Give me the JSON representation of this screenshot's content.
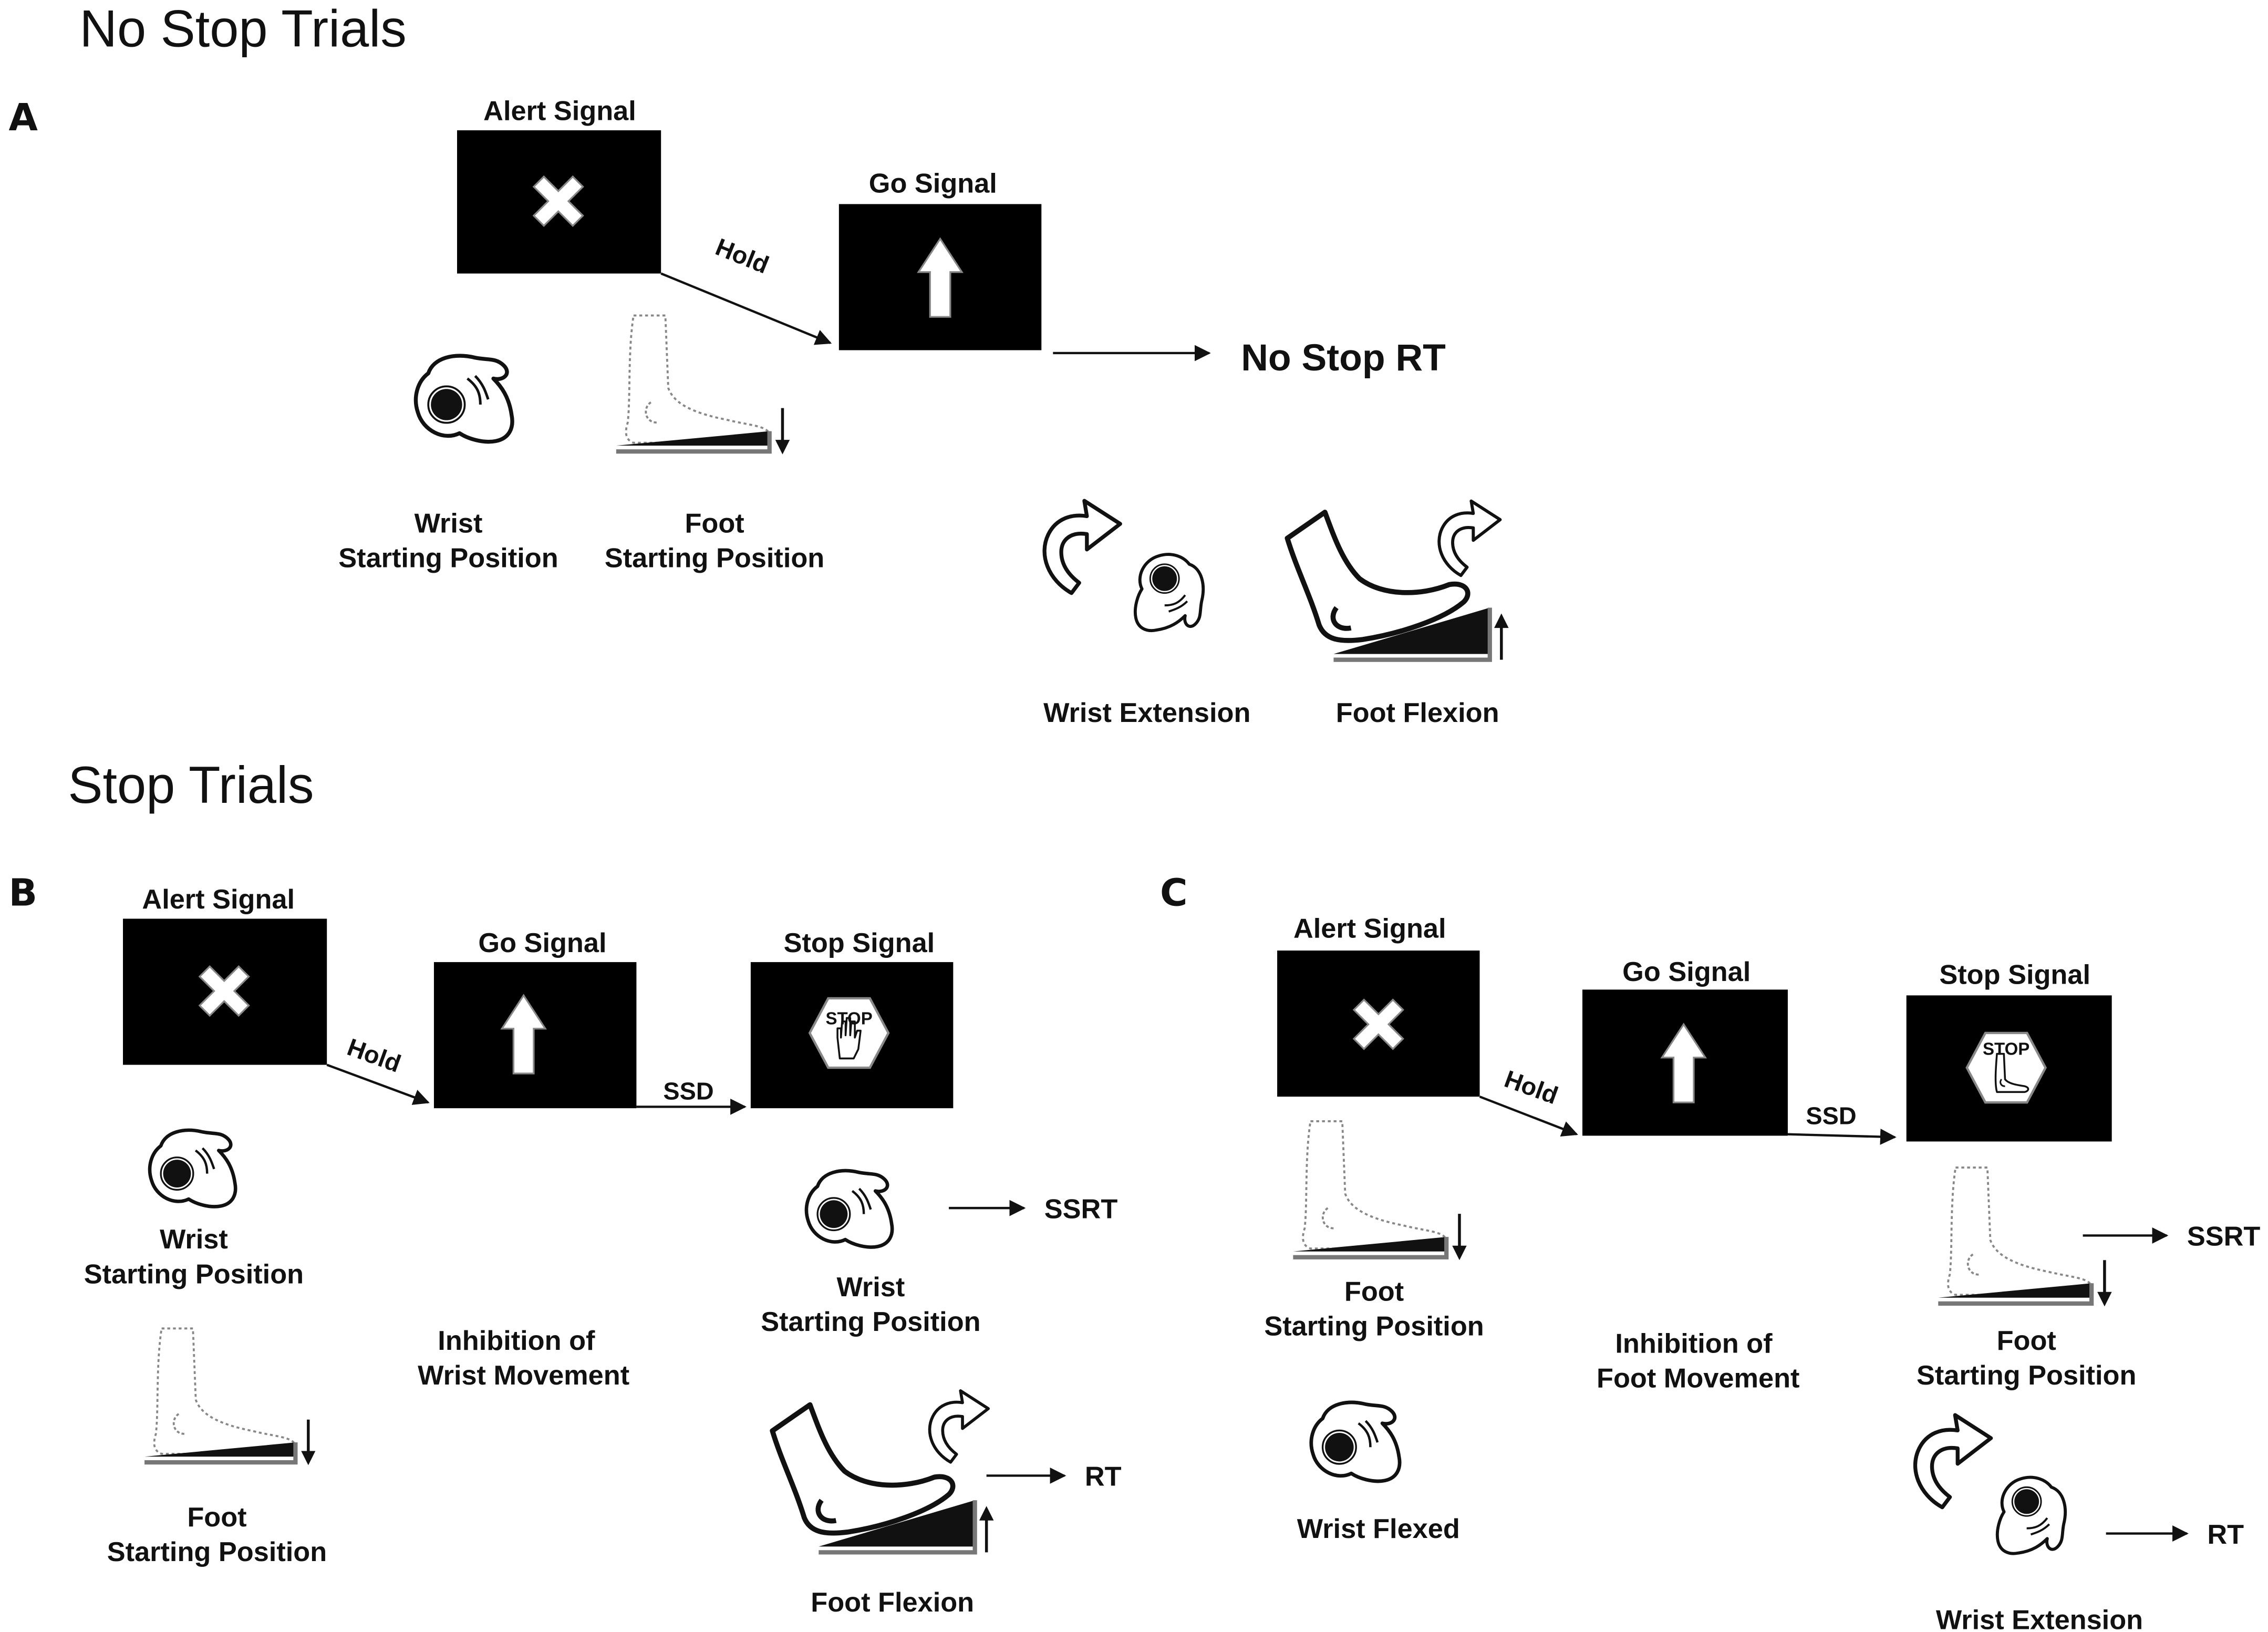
{
  "titles": {
    "no_stop": "No Stop Trials",
    "stop": "Stop Trials"
  },
  "panels": {
    "a": {
      "letter": "A",
      "alert": "Alert Signal",
      "go": "Go Signal",
      "hold": "Hold",
      "result": "No Stop RT",
      "wrist_start_1": "Wrist",
      "wrist_start_2": "Starting Position",
      "foot_start_1": "Foot",
      "foot_start_2": "Starting Position",
      "wrist_ext": "Wrist Extension",
      "foot_flex": "Foot Flexion"
    },
    "b": {
      "letter": "B",
      "alert": "Alert Signal",
      "go": "Go Signal",
      "stop": "Stop Signal",
      "hold": "Hold",
      "ssd": "SSD",
      "stop_text": "STOP",
      "wrist_start_1": "Wrist",
      "wrist_start_2": "Starting Position",
      "foot_start_1": "Foot",
      "foot_start_2": "Starting Position",
      "inhibition_1": "Inhibition of",
      "inhibition_2": "Wrist  Movement",
      "ssrt": "SSRT",
      "rt": "RT",
      "foot_flex": "Foot Flexion"
    },
    "c": {
      "letter": "C",
      "alert": "Alert Signal",
      "go": "Go Signal",
      "stop": "Stop Signal",
      "hold": "Hold",
      "ssd": "SSD",
      "stop_text": "STOP",
      "foot_start_1": "Foot",
      "foot_start_2": "Starting Position",
      "inhibition_1": "Inhibition of",
      "inhibition_2": "Foot  Movement",
      "wrist_flexed": "Wrist Flexed",
      "ssrt": "SSRT",
      "rt": "RT",
      "wrist_ext": "Wrist Extension"
    }
  },
  "icons": {
    "alert": "x-cross-icon",
    "go": "up-arrow-icon",
    "stop_hand": "stop-hand-sign-icon",
    "stop_foot": "stop-foot-sign-icon",
    "wrist": "wrist-hand-icon",
    "foot": "foot-pedal-icon",
    "rotation": "curved-arrow-icon"
  },
  "colors": {
    "screen": "#000000",
    "ink": "#111111",
    "ramp_edge": "#6e6e6e"
  }
}
